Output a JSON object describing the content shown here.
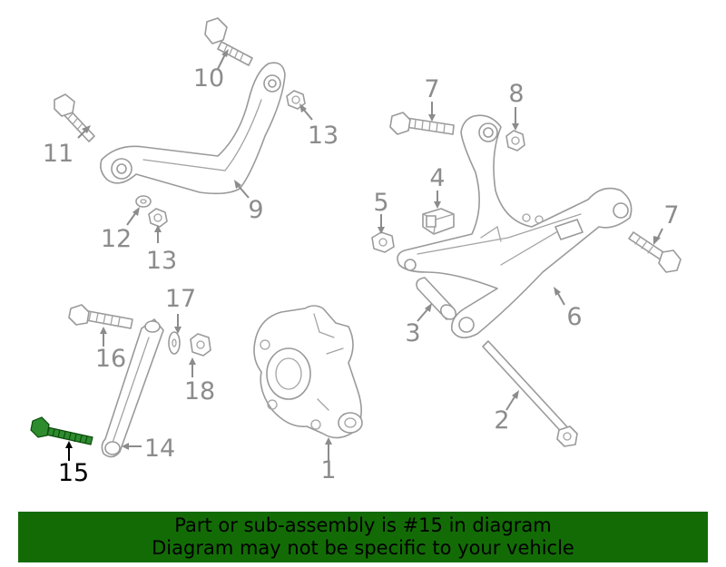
{
  "diagram": {
    "callouts": [
      "1",
      "2",
      "3",
      "4",
      "5",
      "6",
      "7",
      "7",
      "8",
      "9",
      "10",
      "11",
      "12",
      "13",
      "13",
      "14",
      "15",
      "16",
      "17",
      "18"
    ],
    "highlight_color": "#2e8b2e",
    "line_color": "#9a9a9a"
  },
  "banner": {
    "line1": "Part or sub-assembly is #15 in diagram",
    "line2": "Diagram may not be specific to your vehicle",
    "background": "#136b06"
  }
}
